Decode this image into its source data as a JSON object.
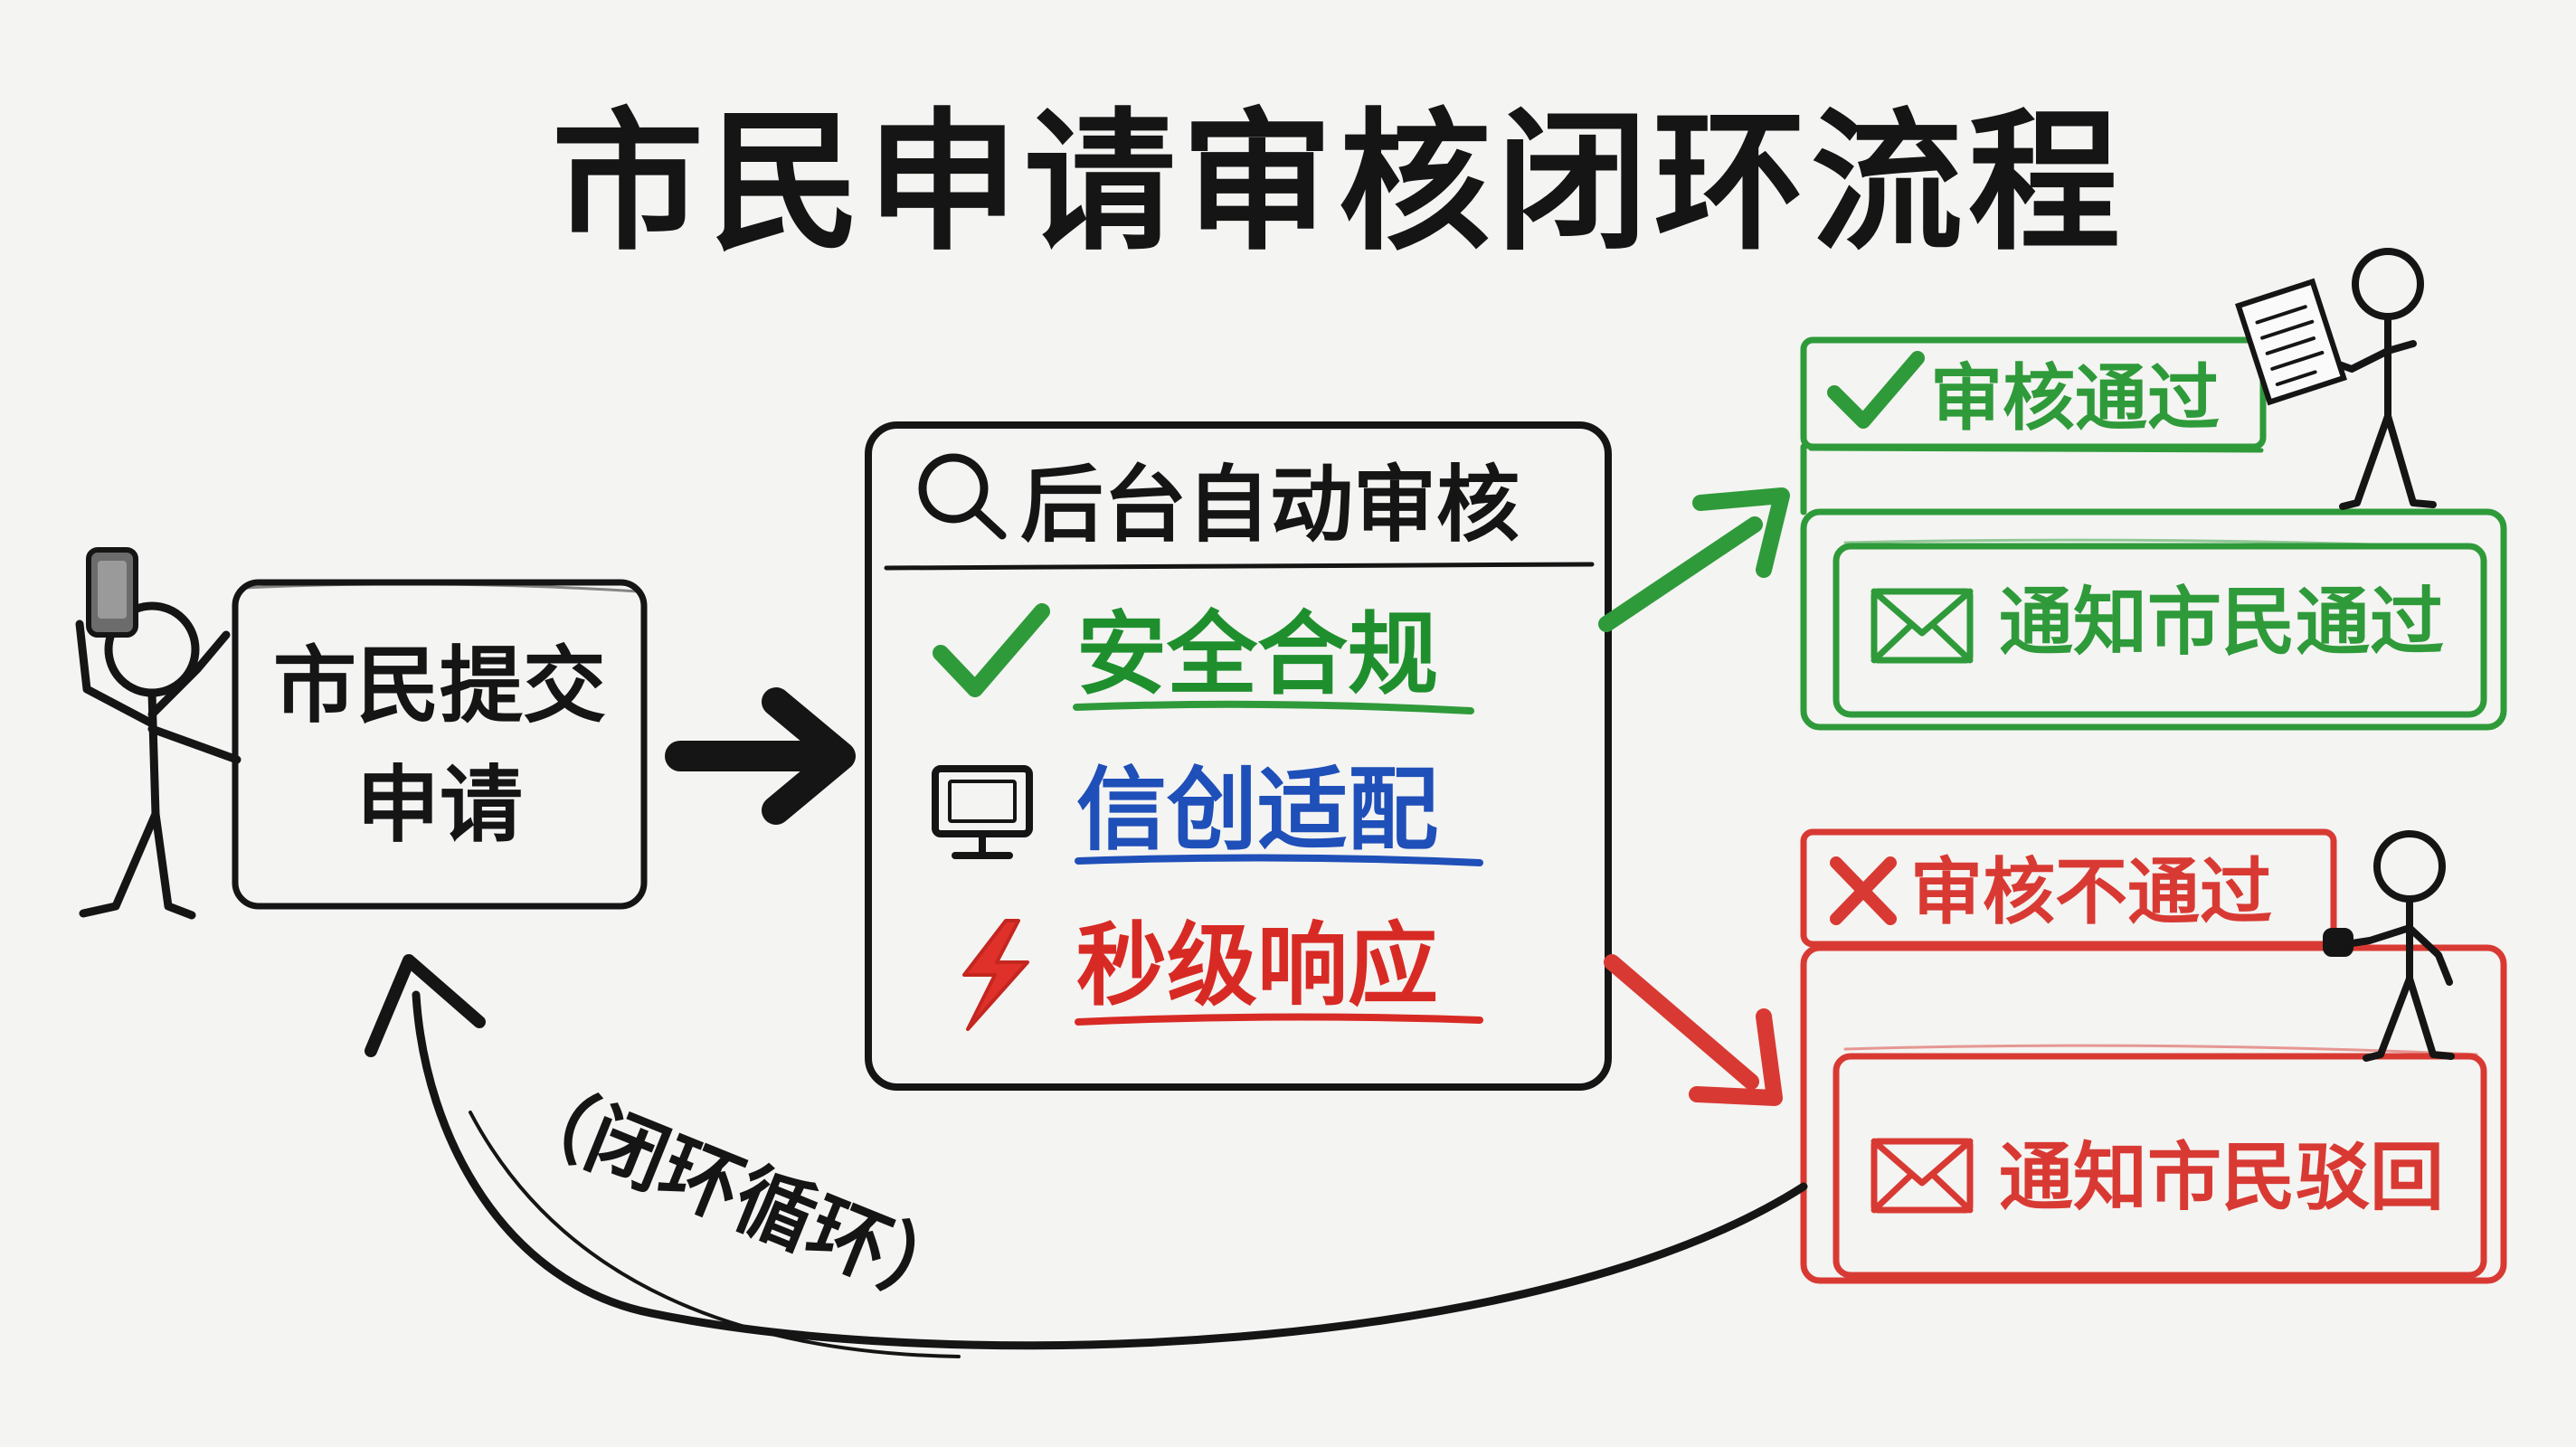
{
  "title": "市民申请审核闭环流程",
  "submit": {
    "line1": "市民提交",
    "line2": "申请"
  },
  "review": {
    "header": "后台自动审核",
    "items": [
      {
        "label": "安全合规",
        "icon": "checkmark-icon",
        "color": "#1f8f2e"
      },
      {
        "label": "信创适配",
        "icon": "monitor-icon",
        "color": "#1f4fb8"
      },
      {
        "label": "秒级响应",
        "icon": "lightning-icon",
        "color": "#d82a24"
      }
    ]
  },
  "approved": {
    "header": "审核通过",
    "notice": "通知市民通过",
    "header_icon": "checkmark-icon",
    "notice_icon": "envelope-icon",
    "color": "#2f9a3a"
  },
  "rejected": {
    "header": "审核不通过",
    "notice": "通知市民驳回",
    "header_icon": "cross-icon",
    "notice_icon": "envelope-icon",
    "color": "#d83a33"
  },
  "loop": {
    "label": "（闭环循环）"
  },
  "colors": {
    "ink": "#151515",
    "green": "#2f9a3a",
    "red": "#d83a33",
    "blue": "#1f4fb8",
    "background": "#f4f4f2"
  }
}
